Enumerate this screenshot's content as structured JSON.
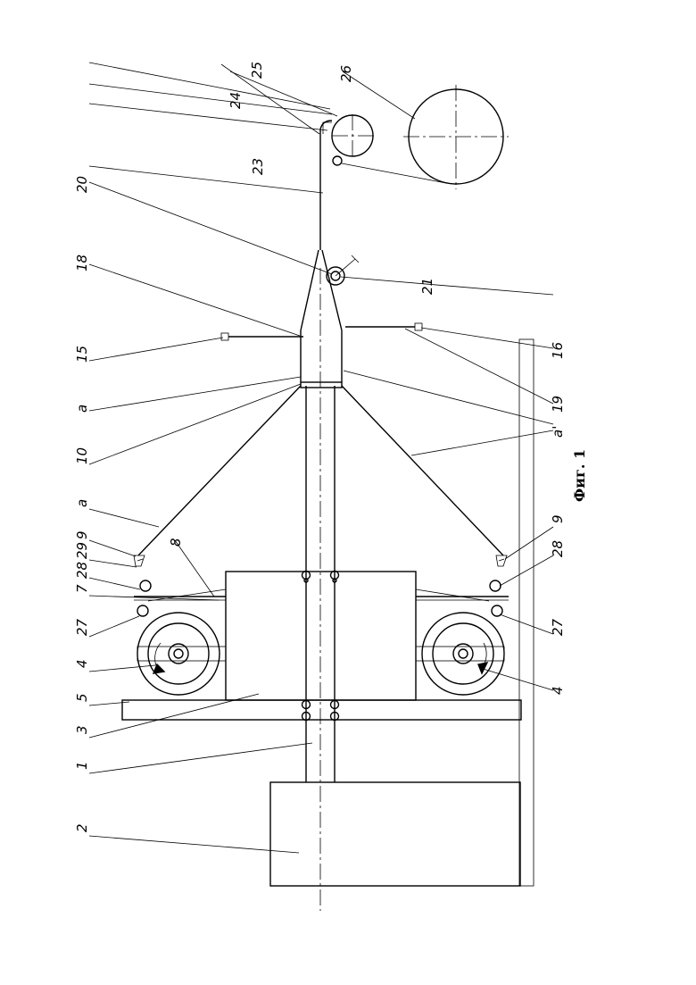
{
  "caption": "Фиг. 1",
  "labels": {
    "l1": "1",
    "l2": "2",
    "l3": "3",
    "l4a": "4",
    "l4b": "4",
    "l5": "5",
    "l7": "7",
    "l8": "8",
    "l9a": "9",
    "l9b": "9",
    "l10": "10",
    "l15": "15",
    "l16": "16",
    "l18": "18",
    "l19": "19",
    "l20": "20",
    "l21": "21",
    "l23": "23",
    "l24": "24",
    "l25": "25",
    "l26": "26",
    "l27a": "27",
    "l27b": "27",
    "l28a": "28",
    "l28b": "28",
    "l29": "29",
    "la1": "a",
    "la2": "a",
    "la3": "a'"
  }
}
